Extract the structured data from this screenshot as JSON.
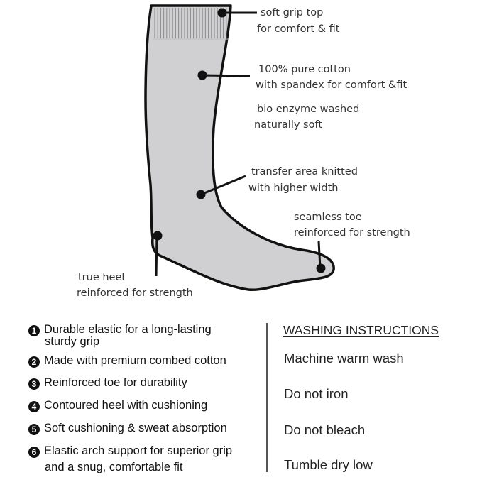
{
  "callouts": {
    "grip_top": [
      "soft grip top",
      "for comfort & fit"
    ],
    "cotton": [
      "100% pure cotton",
      "with spandex for comfort &fit"
    ],
    "enzyme": [
      "bio enzyme washed",
      "naturally soft"
    ],
    "transfer": [
      "transfer area knitted",
      "with higher width"
    ],
    "toe": [
      "seamless toe",
      "reinforced for strength"
    ],
    "heel": [
      "true heel",
      "reinforced for strength"
    ]
  },
  "features": [
    {
      "num": "1",
      "lines": [
        "Durable elastic for a long-lasting",
        "sturdy grip"
      ]
    },
    {
      "num": "2",
      "lines": [
        "Made with premium combed cotton"
      ]
    },
    {
      "num": "3",
      "lines": [
        "Reinforced toe for durability"
      ]
    },
    {
      "num": "4",
      "lines": [
        "Contoured heel with cushioning"
      ]
    },
    {
      "num": "5",
      "lines": [
        "Soft cushioning & sweat absorption"
      ]
    },
    {
      "num": "6",
      "lines": [
        "Elastic arch support for superior grip",
        "and a snug, comfortable fit"
      ]
    }
  ],
  "washing": {
    "title": "WASHING INSTRUCTIONS",
    "items": [
      "Machine warm wash",
      "Do not iron",
      "Do not bleach",
      "Tumble dry low"
    ]
  },
  "colors": {
    "sock_fill": "#d0d0d2",
    "outline": "#111111"
  }
}
